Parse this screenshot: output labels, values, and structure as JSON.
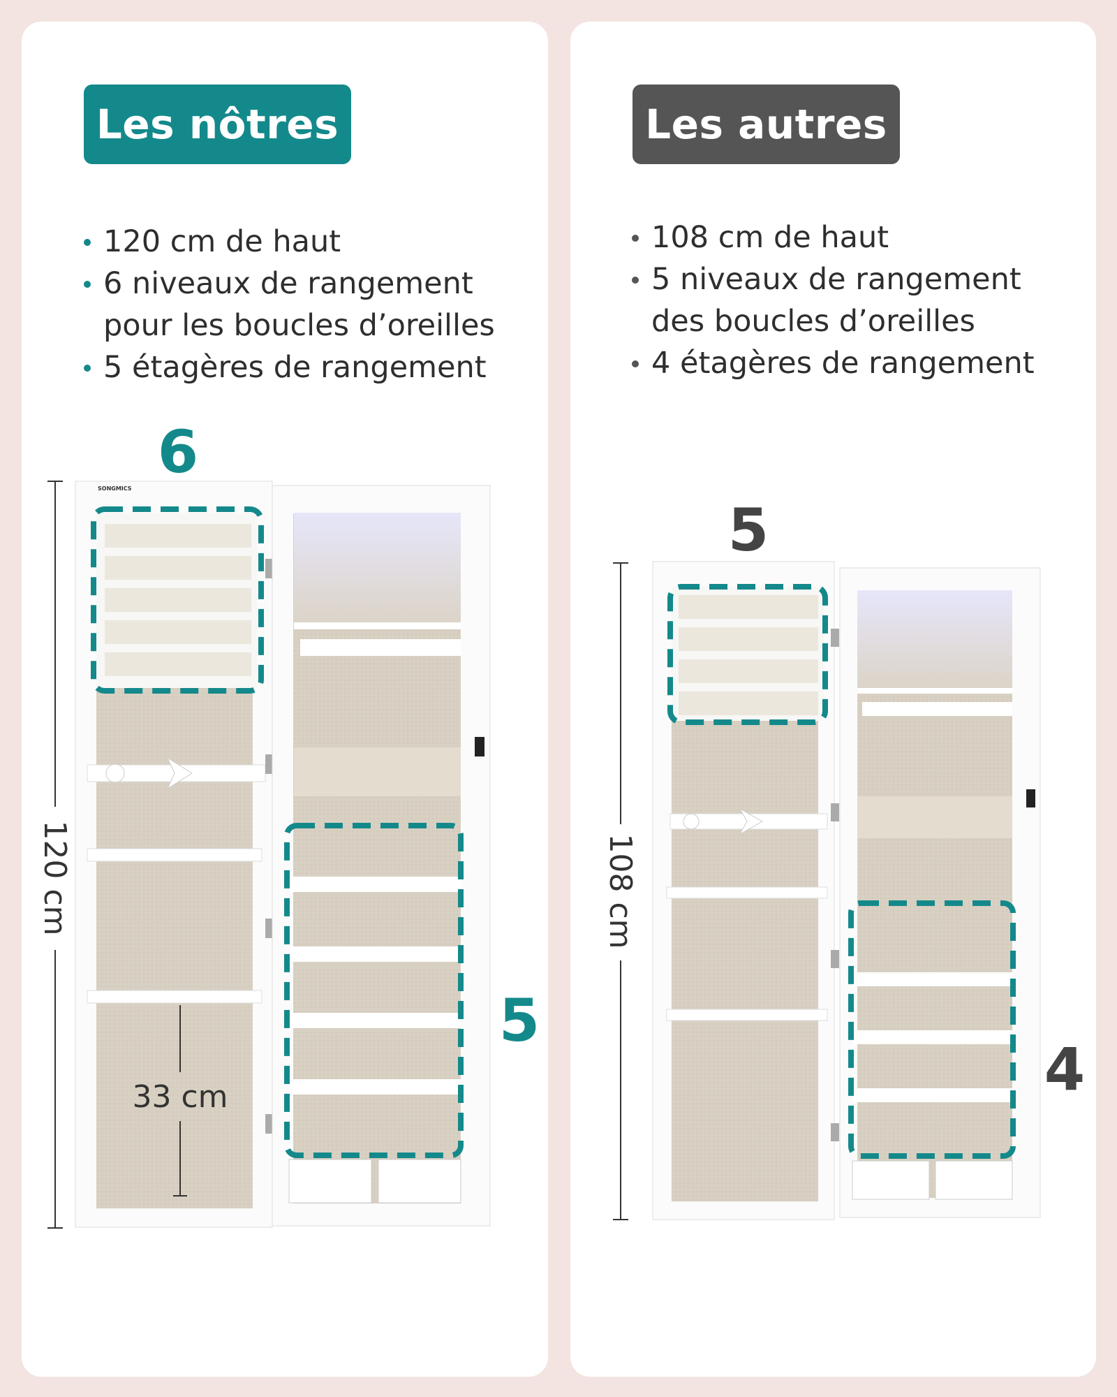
{
  "left": {
    "badge": "Les nôtres",
    "bullets": [
      "120 cm de haut",
      "6 niveaux de rangement",
      "pour les boucles d’oreilles",
      "5 étagères de rangement"
    ],
    "earring_levels": "6",
    "shelves": "5",
    "height_label": "120 cm",
    "mirror_label": "33 cm",
    "brand": "SONGMICS"
  },
  "right": {
    "badge": "Les autres",
    "bullets": [
      "108 cm de haut",
      "5 niveaux de rangement",
      "des boucles d’oreilles",
      "4 étagères de rangement"
    ],
    "earring_levels": "5",
    "shelves": "4",
    "height_label": "108 cm"
  },
  "colors": {
    "accent": "#14898b",
    "neutral": "#555555",
    "background": "#f3e4e1"
  }
}
